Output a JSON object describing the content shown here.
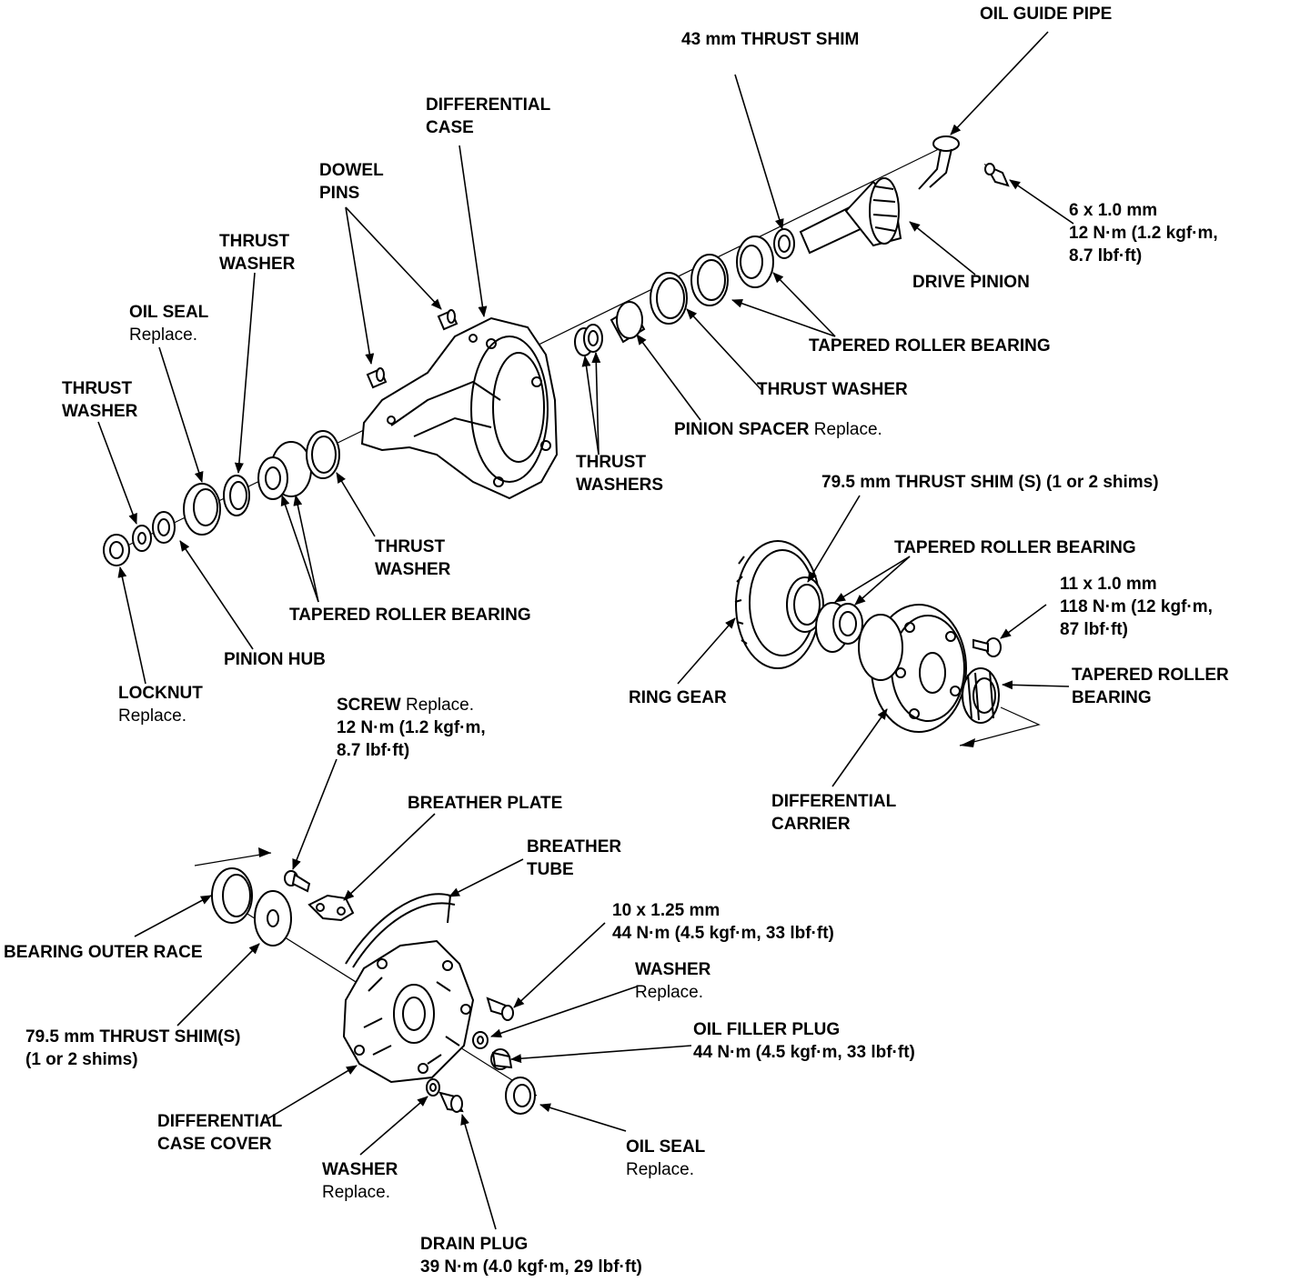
{
  "labels": {
    "oil_guide_pipe": "OIL GUIDE PIPE",
    "thrust_shim_43": "43 mm THRUST SHIM",
    "differential_case_1": "DIFFERENTIAL",
    "differential_case_2": "CASE",
    "dowel_pins_1": "DOWEL",
    "dowel_pins_2": "PINS",
    "bolt_6_1": "6 x 1.0 mm",
    "bolt_6_2": "12 N·m (1.2 kgf·m,",
    "bolt_6_3": "8.7 lbf·ft)",
    "drive_pinion": "DRIVE PINION",
    "thrust_washer_a_1": "THRUST",
    "thrust_washer_a_2": "WASHER",
    "oil_seal_a": "OIL SEAL",
    "oil_seal_a_note": "Replace.",
    "thrust_washer_b_1": "THRUST",
    "thrust_washer_b_2": "WASHER",
    "tapered_roller_bearing_a": "TAPERED ROLLER BEARING",
    "thrust_washer_c": "THRUST WASHER",
    "pinion_spacer": "PINION SPACER",
    "pinion_spacer_note": "Replace.",
    "thrust_washers_1": "THRUST",
    "thrust_washers_2": "WASHERS",
    "thrust_washer_d_1": "THRUST",
    "thrust_washer_d_2": "WASHER",
    "tapered_roller_bearing_b": "TAPERED ROLLER BEARING",
    "pinion_hub": "PINION HUB",
    "locknut": "LOCKNUT",
    "locknut_note": "Replace.",
    "thrust_shim_795_s": "79.5 mm THRUST SHIM (S) (1 or 2 shims)",
    "tapered_roller_bearing_c": "TAPERED ROLLER BEARING",
    "bolt_11_1": "11 x 1.0 mm",
    "bolt_11_2": "118 N·m (12 kgf·m,",
    "bolt_11_3": "87 lbf·ft)",
    "tapered_roller_bearing_d_1": "TAPERED ROLLER",
    "tapered_roller_bearing_d_2": "BEARING",
    "ring_gear": "RING GEAR",
    "differential_carrier_1": "DIFFERENTIAL",
    "differential_carrier_2": "CARRIER",
    "screw": "SCREW",
    "screw_note": "Replace.",
    "screw_torque_1": "12 N·m (1.2 kgf·m,",
    "screw_torque_2": "8.7 lbf·ft)",
    "breather_plate": "BREATHER PLATE",
    "breather_tube_1": "BREATHER",
    "breather_tube_2": "TUBE",
    "bolt_10_1": "10 x 1.25 mm",
    "bolt_10_2": "44 N·m (4.5 kgf·m, 33 lbf·ft)",
    "bearing_outer_race": "BEARING OUTER RACE",
    "washer_a": "WASHER",
    "washer_a_note": "Replace.",
    "oil_filler_plug": "OIL FILLER PLUG",
    "oil_filler_plug_torque": "44 N·m (4.5 kgf·m, 33 lbf·ft)",
    "thrust_shims_795_1": "79.5 mm THRUST SHIM(S)",
    "thrust_shims_795_2": "(1 or 2 shims)",
    "differential_case_cover_1": "DIFFERENTIAL",
    "differential_case_cover_2": "CASE COVER",
    "oil_seal_b": "OIL SEAL",
    "oil_seal_b_note": "Replace.",
    "washer_b": "WASHER",
    "washer_b_note": "Replace.",
    "drain_plug": "DRAIN PLUG",
    "drain_plug_torque": "39 N·m (4.0 kgf·m, 29 lbf·ft)"
  }
}
